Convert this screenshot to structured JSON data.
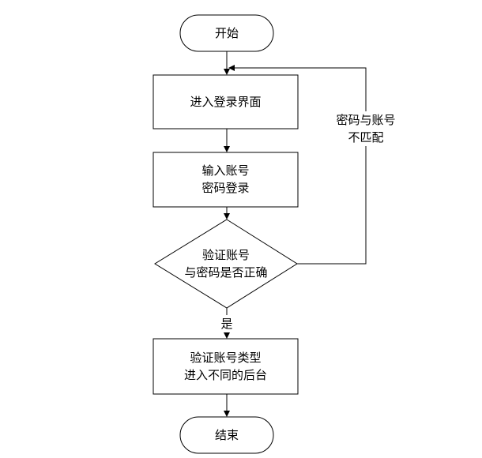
{
  "nodes": {
    "start": {
      "text": "开始"
    },
    "login_screen": {
      "text": "进入登录界面"
    },
    "input": {
      "line1": "输入账号",
      "line2": "密码登录"
    },
    "verify": {
      "line1": "验证账号",
      "line2": "与密码是否正确"
    },
    "route": {
      "line1": "验证账号类型",
      "line2": "进入不同的后台"
    },
    "end": {
      "text": "结束"
    }
  },
  "edges": {
    "mismatch": {
      "line1": "密码与账号",
      "line2": "不匹配"
    },
    "yes": {
      "text": "是"
    }
  }
}
